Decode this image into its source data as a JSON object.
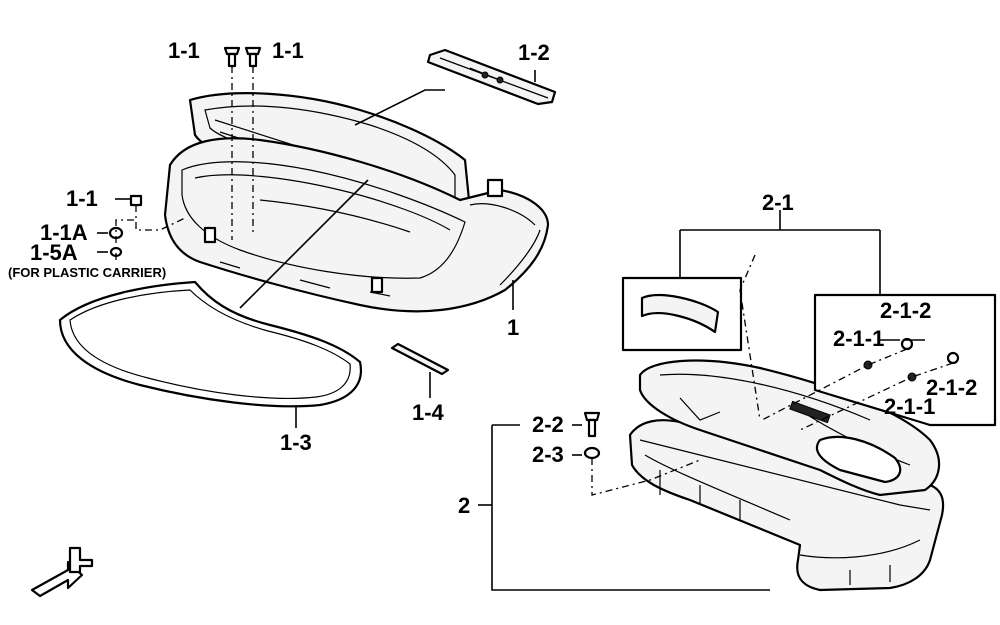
{
  "callouts": {
    "c1_1_left": "1-1",
    "c1_1_right": "1-1",
    "c1_2": "1-2",
    "c1_1_side": "1-1",
    "c1_1a": "1-1A",
    "c1_5a": "1-5A",
    "note_plastic": "(FOR PLASTIC CARRIER)",
    "c1": "1",
    "c1_3": "1-3",
    "c1_4": "1-4",
    "c2_1": "2-1",
    "c2_1_2_top": "2-1-2",
    "c2_1_1_top": "2-1-1",
    "c2_1_2_bottom": "2-1-2",
    "c2_1_1_bottom": "2-1-1",
    "c2_2": "2-2",
    "c2_3": "2-3",
    "c2": "2"
  },
  "icons": [
    "front-direction-arrow-icon"
  ]
}
